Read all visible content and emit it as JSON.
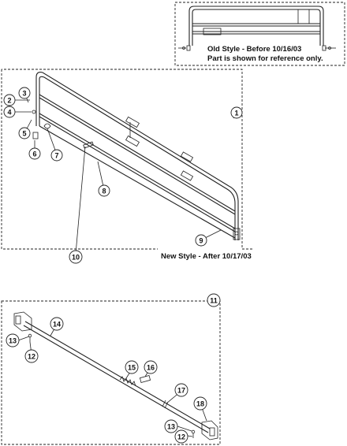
{
  "captions": {
    "old_style": "Old Style - Before 10/16/03",
    "reference_note": "Part is shown for reference only.",
    "new_style": "New Style - After 10/17/03"
  },
  "callouts": {
    "c1": "1",
    "c2": "2",
    "c3": "3",
    "c4": "4",
    "c5": "5",
    "c6": "6",
    "c7": "7",
    "c8": "8",
    "c9": "9",
    "c10": "10",
    "c11": "11",
    "c12a": "12",
    "c12b": "12",
    "c13a": "13",
    "c13b": "13",
    "c14": "14",
    "c15": "15",
    "c16": "16",
    "c17": "17",
    "c18": "18"
  }
}
